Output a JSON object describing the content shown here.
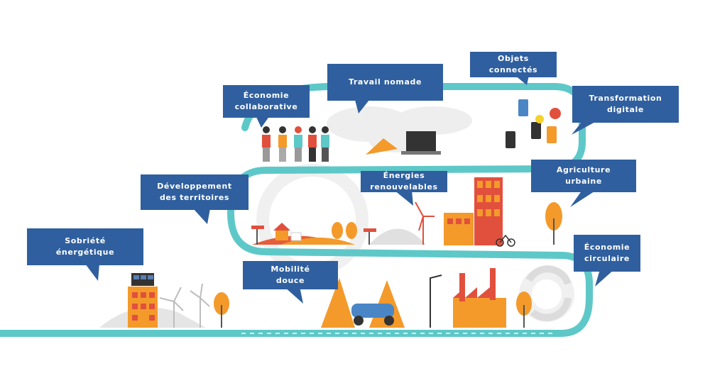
{
  "colors": {
    "road": "#5ec8c8",
    "callout": "#2f5f9e",
    "orange": "#f39a2b",
    "red": "#e1503d",
    "grey": "#d9d9d9",
    "dark": "#333333"
  },
  "callouts": {
    "sobriete": "Sobriété\nénergétique",
    "mobilite": "Mobilité\ndouce",
    "economie_circulaire": "Économie\ncirculaire",
    "developpement": "Développement\ndes territoires",
    "energies": "Énergies\nrenouvelables",
    "agriculture": "Agriculture\nurbaine",
    "economie_collaborative": "Économie\ncollaborative",
    "travail": "Travail nomade",
    "objets": "Objets\nconnectés",
    "transformation": "Transformation\ndigitale"
  }
}
